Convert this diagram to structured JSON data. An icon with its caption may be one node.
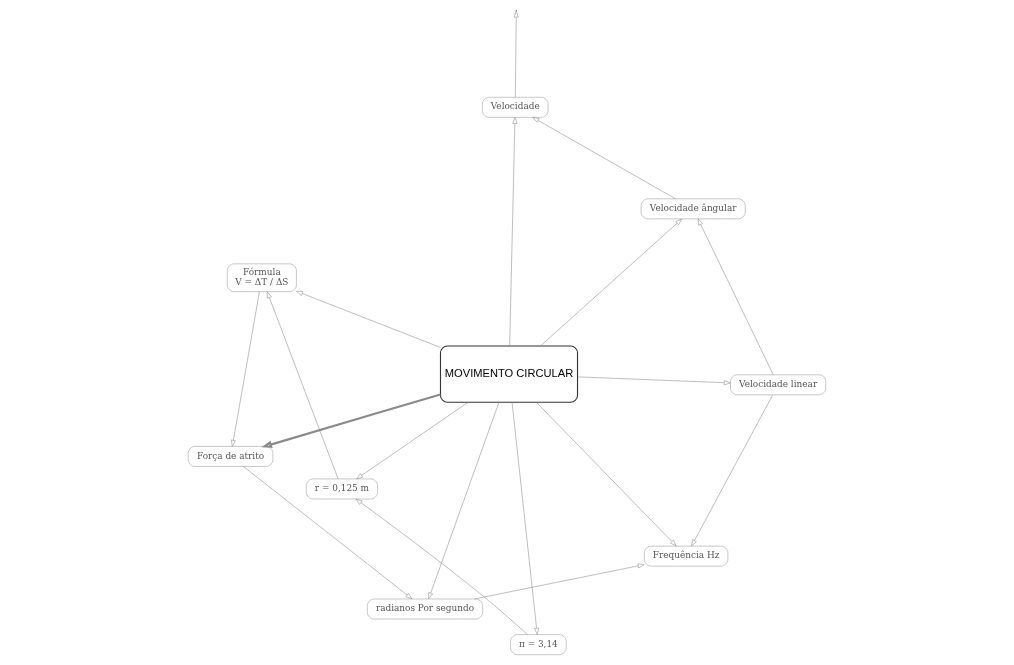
{
  "diagram": {
    "nodes": [
      {
        "text": [
          "MOVIMENTO CIRCULAR"
        ]
      },
      {
        "text": [
          "r = 0,125 m"
        ]
      },
      {
        "text": [
          "π = 3,14"
        ]
      },
      {
        "text": [
          "Velocidade"
        ]
      },
      {
        "text": [
          "Velocidade ângular"
        ]
      },
      {
        "text": [
          "Fórmula",
          "V = ΔT / ΔS"
        ]
      },
      {
        "text": [
          "Força de atrito"
        ]
      },
      {
        "text": [
          "Velocidade linear"
        ]
      },
      {
        "text": [
          "radianos Por segundo"
        ]
      },
      {
        "text": [
          "Frequência Hz"
        ]
      }
    ],
    "edges": [
      {
        "from": 0,
        "to": 1,
        "arrow": "to"
      },
      {
        "from": 0,
        "to": 2,
        "arrow": "to"
      },
      {
        "from": 2,
        "to": 1,
        "arrow": "to"
      },
      {
        "from": 1,
        "to": 5,
        "arrow": "to"
      },
      {
        "from": 0,
        "to": 3,
        "arrow": "to"
      },
      {
        "from": 3,
        "to": null,
        "arrow": "to"
      },
      {
        "from": 0,
        "to": 4,
        "arrow": "to"
      },
      {
        "from": 4,
        "to": 3,
        "arrow": "to"
      },
      {
        "from": 7,
        "to": 4,
        "arrow": "to"
      },
      {
        "from": 0,
        "to": 5,
        "arrow": "to"
      },
      {
        "from": 5,
        "to": 6,
        "arrow": "to"
      },
      {
        "from": 0,
        "to": 6,
        "arrow": "to",
        "style": "thick"
      },
      {
        "from": 0,
        "to": 8,
        "arrow": "to"
      },
      {
        "from": 6,
        "to": 8,
        "arrow": "to"
      },
      {
        "from": 0,
        "to": 7,
        "arrow": "to"
      },
      {
        "from": 0,
        "to": 9,
        "arrow": "to"
      },
      {
        "from": 8,
        "to": 9,
        "arrow": "to"
      },
      {
        "from": 7,
        "to": 9,
        "arrow": "to"
      }
    ]
  }
}
